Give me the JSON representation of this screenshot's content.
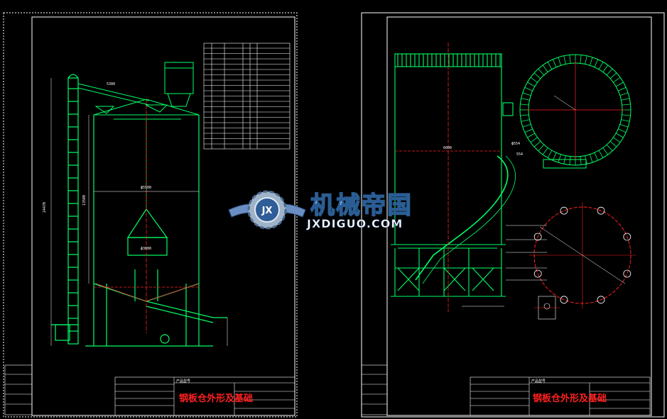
{
  "sheets": [
    {
      "title_block": {
        "drawing_title": "钢板仓外形及基础",
        "product_code_label": "产品型号"
      }
    },
    {
      "title_block": {
        "drawing_title": "钢板仓外形及基础",
        "product_code_label": "产品型号"
      },
      "callouts": {
        "dim_a": "ф554",
        "dim_b": "554"
      }
    }
  ],
  "watermark": {
    "chinese": "机械帝国",
    "english": "JXDIGUO.COM",
    "badge": "JX"
  },
  "colors": {
    "background": "#000000",
    "frame": "#ffffff",
    "structure": "#00ff66",
    "centerline": "#ff2020",
    "title_text": "#ff2020",
    "watermark_blue": "#9bd6ff"
  }
}
